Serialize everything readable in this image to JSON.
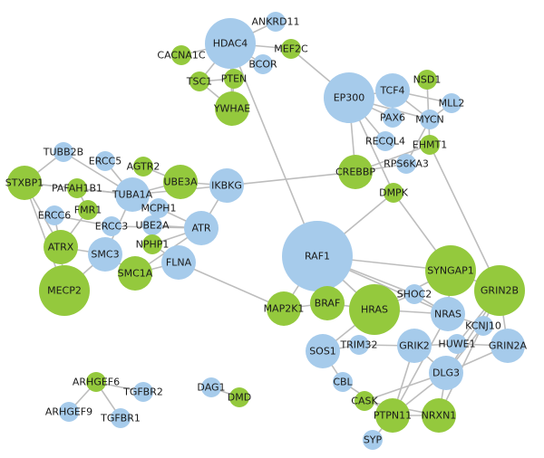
{
  "colors": {
    "blue": "#a6cbeb",
    "green": "#94c93d",
    "edge": "#bdbdbd"
  },
  "nodes": [
    {
      "id": "ANKRD11",
      "label": "ANKRD11",
      "color": "blue",
      "size": "s"
    },
    {
      "id": "HDAC4",
      "label": "HDAC4",
      "color": "blue",
      "size": "l"
    },
    {
      "id": "CACNA1C",
      "label": "CACNA1C",
      "color": "green",
      "size": "s"
    },
    {
      "id": "MEF2C",
      "label": "MEF2C",
      "color": "green",
      "size": "s"
    },
    {
      "id": "BCOR",
      "label": "BCOR",
      "color": "blue",
      "size": "s"
    },
    {
      "id": "PTEN",
      "label": "PTEN",
      "color": "green",
      "size": "s"
    },
    {
      "id": "TSC1",
      "label": "TSC1",
      "color": "green",
      "size": "s"
    },
    {
      "id": "YWHAE",
      "label": "YWHAE",
      "color": "green",
      "size": "m"
    },
    {
      "id": "EP300",
      "label": "EP300",
      "color": "blue",
      "size": "l"
    },
    {
      "id": "TCF4",
      "label": "TCF4",
      "color": "blue",
      "size": "m"
    },
    {
      "id": "NSD1",
      "label": "NSD1",
      "color": "green",
      "size": "s"
    },
    {
      "id": "MLL2",
      "label": "MLL2",
      "color": "blue",
      "size": "s"
    },
    {
      "id": "PAX6",
      "label": "PAX6",
      "color": "blue",
      "size": "s"
    },
    {
      "id": "MYCN",
      "label": "MYCN",
      "color": "blue",
      "size": "s"
    },
    {
      "id": "RECQL4",
      "label": "RECQL4",
      "color": "blue",
      "size": "s"
    },
    {
      "id": "EHMT1",
      "label": "EHMT1",
      "color": "green",
      "size": "s"
    },
    {
      "id": "RPS6KA3",
      "label": "RPS6KA3",
      "color": "blue",
      "size": "s"
    },
    {
      "id": "CREBBP",
      "label": "CREBBP",
      "color": "green",
      "size": "m"
    },
    {
      "id": "DMPK",
      "label": "DMPK",
      "color": "green",
      "size": "s"
    },
    {
      "id": "TUBB2B",
      "label": "TUBB2B",
      "color": "blue",
      "size": "s"
    },
    {
      "id": "ERCC5",
      "label": "ERCC5",
      "color": "blue",
      "size": "s"
    },
    {
      "id": "AGTR2",
      "label": "AGTR2",
      "color": "green",
      "size": "s"
    },
    {
      "id": "STXBP1",
      "label": "STXBP1",
      "color": "green",
      "size": "m"
    },
    {
      "id": "PAFAH1B1",
      "label": "PAFAH1B1",
      "color": "green",
      "size": "s"
    },
    {
      "id": "TUBA1A",
      "label": "TUBA1A",
      "color": "blue",
      "size": "m"
    },
    {
      "id": "UBE3A",
      "label": "UBE3A",
      "color": "green",
      "size": "m"
    },
    {
      "id": "IKBKG",
      "label": "IKBKG",
      "color": "blue",
      "size": "m"
    },
    {
      "id": "ERCC6",
      "label": "ERCC6",
      "color": "blue",
      "size": "s"
    },
    {
      "id": "FMR1",
      "label": "FMR1",
      "color": "green",
      "size": "s"
    },
    {
      "id": "MCPH1",
      "label": "MCPH1",
      "color": "blue",
      "size": "s"
    },
    {
      "id": "ERCC3",
      "label": "ERCC3",
      "color": "blue",
      "size": "s"
    },
    {
      "id": "UBE2A",
      "label": "UBE2A",
      "color": "blue",
      "size": "s"
    },
    {
      "id": "ATR",
      "label": "ATR",
      "color": "blue",
      "size": "m"
    },
    {
      "id": "ATRX",
      "label": "ATRX",
      "color": "green",
      "size": "m"
    },
    {
      "id": "SMC3",
      "label": "SMC3",
      "color": "blue",
      "size": "m"
    },
    {
      "id": "NPHP1",
      "label": "NPHP1",
      "color": "green",
      "size": "s"
    },
    {
      "id": "FLNA",
      "label": "FLNA",
      "color": "blue",
      "size": "m"
    },
    {
      "id": "MECP2",
      "label": "MECP2",
      "color": "green",
      "size": "l"
    },
    {
      "id": "SMC1A",
      "label": "SMC1A",
      "color": "green",
      "size": "m"
    },
    {
      "id": "RAF1",
      "label": "RAF1",
      "color": "blue",
      "size": "xl"
    },
    {
      "id": "SYNGAP1",
      "label": "SYNGAP1",
      "color": "green",
      "size": "l"
    },
    {
      "id": "GRIN2B",
      "label": "GRIN2B",
      "color": "green",
      "size": "l"
    },
    {
      "id": "SHOC2",
      "label": "SHOC2",
      "color": "blue",
      "size": "s"
    },
    {
      "id": "MAP2K1",
      "label": "MAP2K1",
      "color": "green",
      "size": "m"
    },
    {
      "id": "BRAF",
      "label": "BRAF",
      "color": "green",
      "size": "m"
    },
    {
      "id": "HRAS",
      "label": "HRAS",
      "color": "green",
      "size": "l"
    },
    {
      "id": "NRAS",
      "label": "NRAS",
      "color": "blue",
      "size": "m"
    },
    {
      "id": "KCNJ10",
      "label": "KCNJ10",
      "color": "blue",
      "size": "s"
    },
    {
      "id": "TRIM32",
      "label": "TRIM32",
      "color": "blue",
      "size": "s"
    },
    {
      "id": "GRIK2",
      "label": "GRIK2",
      "color": "blue",
      "size": "m"
    },
    {
      "id": "HUWE1",
      "label": "HUWE1",
      "color": "blue",
      "size": "s"
    },
    {
      "id": "GRIN2A",
      "label": "GRIN2A",
      "color": "blue",
      "size": "m"
    },
    {
      "id": "SOS1",
      "label": "SOS1",
      "color": "blue",
      "size": "m"
    },
    {
      "id": "DLG3",
      "label": "DLG3",
      "color": "blue",
      "size": "m"
    },
    {
      "id": "CBL",
      "label": "CBL",
      "color": "blue",
      "size": "s"
    },
    {
      "id": "CASK",
      "label": "CASK",
      "color": "green",
      "size": "s"
    },
    {
      "id": "PTPN11",
      "label": "PTPN11",
      "color": "green",
      "size": "m"
    },
    {
      "id": "NRXN1",
      "label": "NRXN1",
      "color": "green",
      "size": "m"
    },
    {
      "id": "SYP",
      "label": "SYP",
      "color": "blue",
      "size": "s"
    },
    {
      "id": "ARHGEF6",
      "label": "ARHGEF6",
      "color": "green",
      "size": "s"
    },
    {
      "id": "TGFBR2",
      "label": "TGFBR2",
      "color": "blue",
      "size": "s"
    },
    {
      "id": "ARHGEF9",
      "label": "ARHGEF9",
      "color": "blue",
      "size": "s"
    },
    {
      "id": "TGFBR1",
      "label": "TGFBR1",
      "color": "blue",
      "size": "s"
    },
    {
      "id": "DAG1",
      "label": "DAG1",
      "color": "blue",
      "size": "s"
    },
    {
      "id": "DMD",
      "label": "DMD",
      "color": "green",
      "size": "s"
    }
  ],
  "edges": [
    [
      "HDAC4",
      "ANKRD11"
    ],
    [
      "HDAC4",
      "MEF2C"
    ],
    [
      "HDAC4",
      "BCOR"
    ],
    [
      "HDAC4",
      "PTEN"
    ],
    [
      "HDAC4",
      "TSC1"
    ],
    [
      "HDAC4",
      "YWHAE"
    ],
    [
      "HDAC4",
      "CACNA1C"
    ],
    [
      "HDAC4",
      "RAF1"
    ],
    [
      "MEF2C",
      "EP300"
    ],
    [
      "PTEN",
      "TSC1"
    ],
    [
      "PTEN",
      "YWHAE"
    ],
    [
      "TSC1",
      "YWHAE"
    ],
    [
      "EP300",
      "TCF4"
    ],
    [
      "EP300",
      "PAX6"
    ],
    [
      "EP300",
      "MYCN"
    ],
    [
      "EP300",
      "CREBBP"
    ],
    [
      "EP300",
      "RECQL4"
    ],
    [
      "EP300",
      "DMPK"
    ],
    [
      "TCF4",
      "MLL2"
    ],
    [
      "TCF4",
      "PAX6"
    ],
    [
      "TCF4",
      "MYCN"
    ],
    [
      "NSD1",
      "EHMT1"
    ],
    [
      "MYCN",
      "MLL2"
    ],
    [
      "MYCN",
      "RPS6KA3"
    ],
    [
      "EHMT1",
      "CREBBP"
    ],
    [
      "EHMT1",
      "GRIN2B"
    ],
    [
      "RPS6KA3",
      "CREBBP"
    ],
    [
      "CREBBP",
      "IKBKG"
    ],
    [
      "DMPK",
      "RAF1"
    ],
    [
      "DMPK",
      "SYNGAP1"
    ],
    [
      "TUBB2B",
      "TUBA1A"
    ],
    [
      "TUBB2B",
      "STXBP1"
    ],
    [
      "ERCC5",
      "TUBA1A"
    ],
    [
      "AGTR2",
      "UBE3A"
    ],
    [
      "STXBP1",
      "PAFAH1B1"
    ],
    [
      "STXBP1",
      "TUBA1A"
    ],
    [
      "STXBP1",
      "ATRX"
    ],
    [
      "STXBP1",
      "MECP2"
    ],
    [
      "PAFAH1B1",
      "TUBA1A"
    ],
    [
      "PAFAH1B1",
      "FMR1"
    ],
    [
      "TUBA1A",
      "UBE3A"
    ],
    [
      "TUBA1A",
      "IKBKG"
    ],
    [
      "TUBA1A",
      "SMC3"
    ],
    [
      "UBE3A",
      "IKBKG"
    ],
    [
      "IKBKG",
      "ATR"
    ],
    [
      "ERCC6",
      "ERCC3"
    ],
    [
      "ERCC6",
      "ATRX"
    ],
    [
      "FMR1",
      "ATRX"
    ],
    [
      "MCPH1",
      "ATR"
    ],
    [
      "UBE2A",
      "ATR"
    ],
    [
      "ATR",
      "SMC1A"
    ],
    [
      "ATR",
      "NPHP1"
    ],
    [
      "ATR",
      "ERCC3"
    ],
    [
      "ATRX",
      "SMC3"
    ],
    [
      "ATRX",
      "MECP2"
    ],
    [
      "SMC3",
      "SMC1A"
    ],
    [
      "SMC3",
      "MECP2"
    ],
    [
      "FLNA",
      "SMC1A"
    ],
    [
      "FLNA",
      "MAP2K1"
    ],
    [
      "FLNA",
      "NPHP1"
    ],
    [
      "RAF1",
      "MAP2K1"
    ],
    [
      "RAF1",
      "BRAF"
    ],
    [
      "RAF1",
      "HRAS"
    ],
    [
      "RAF1",
      "SHOC2"
    ],
    [
      "RAF1",
      "NRAS"
    ],
    [
      "RAF1",
      "SYNGAP1"
    ],
    [
      "MAP2K1",
      "BRAF"
    ],
    [
      "BRAF",
      "HRAS"
    ],
    [
      "HRAS",
      "NRAS"
    ],
    [
      "HRAS",
      "SHOC2"
    ],
    [
      "HRAS",
      "SOS1"
    ],
    [
      "HRAS",
      "SYNGAP1"
    ],
    [
      "SYNGAP1",
      "GRIN2B"
    ],
    [
      "SYNGAP1",
      "NRAS"
    ],
    [
      "GRIN2B",
      "GRIN2A"
    ],
    [
      "GRIN2B",
      "DLG3"
    ],
    [
      "GRIN2B",
      "HUWE1"
    ],
    [
      "GRIN2B",
      "NRXN1"
    ],
    [
      "NRAS",
      "SHOC2"
    ],
    [
      "NRAS",
      "KCNJ10"
    ],
    [
      "NRAS",
      "PTPN11"
    ],
    [
      "KCNJ10",
      "DLG3"
    ],
    [
      "TRIM32",
      "GRIK2"
    ],
    [
      "TRIM32",
      "SOS1"
    ],
    [
      "GRIK2",
      "HUWE1"
    ],
    [
      "GRIK2",
      "DLG3"
    ],
    [
      "GRIK2",
      "PTPN11"
    ],
    [
      "HUWE1",
      "GRIN2A"
    ],
    [
      "DLG3",
      "CASK"
    ],
    [
      "DLG3",
      "NRXN1"
    ],
    [
      "DLG3",
      "PTPN11"
    ],
    [
      "DLG3",
      "GRIN2A"
    ],
    [
      "SOS1",
      "CBL"
    ],
    [
      "CBL",
      "PTPN11"
    ],
    [
      "CASK",
      "NRXN1"
    ],
    [
      "PTPN11",
      "SYP"
    ],
    [
      "PTPN11",
      "NRXN1"
    ],
    [
      "ARHGEF6",
      "ARHGEF9"
    ],
    [
      "ARHGEF6",
      "TGFBR2"
    ],
    [
      "ARHGEF6",
      "TGFBR1"
    ],
    [
      "DAG1",
      "DMD"
    ]
  ]
}
